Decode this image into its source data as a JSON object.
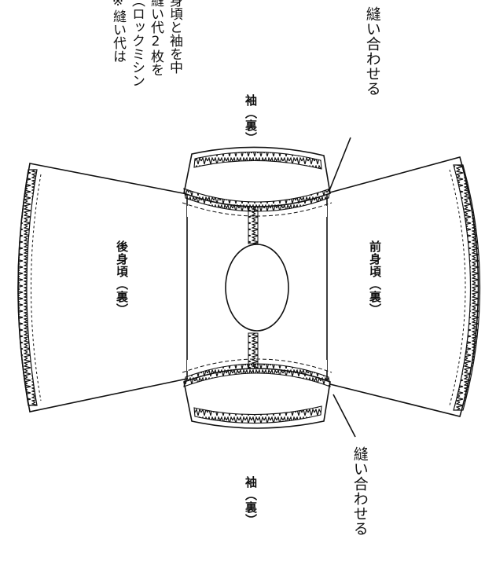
{
  "note": {
    "lines": [
      "身頃と袖を中",
      "縫い代2枚を",
      "（ロックミシン",
      "※縫い代は"
    ]
  },
  "labels": {
    "sleeve_top": "袖（裏）",
    "sleeve_bottom": "袖（裏）",
    "back_body": "後身頃（裏）",
    "front_body": "前身頃（裏）",
    "sew_together_top": "縫い合わせる",
    "sew_together_bottom": "縫い合わせる"
  }
}
